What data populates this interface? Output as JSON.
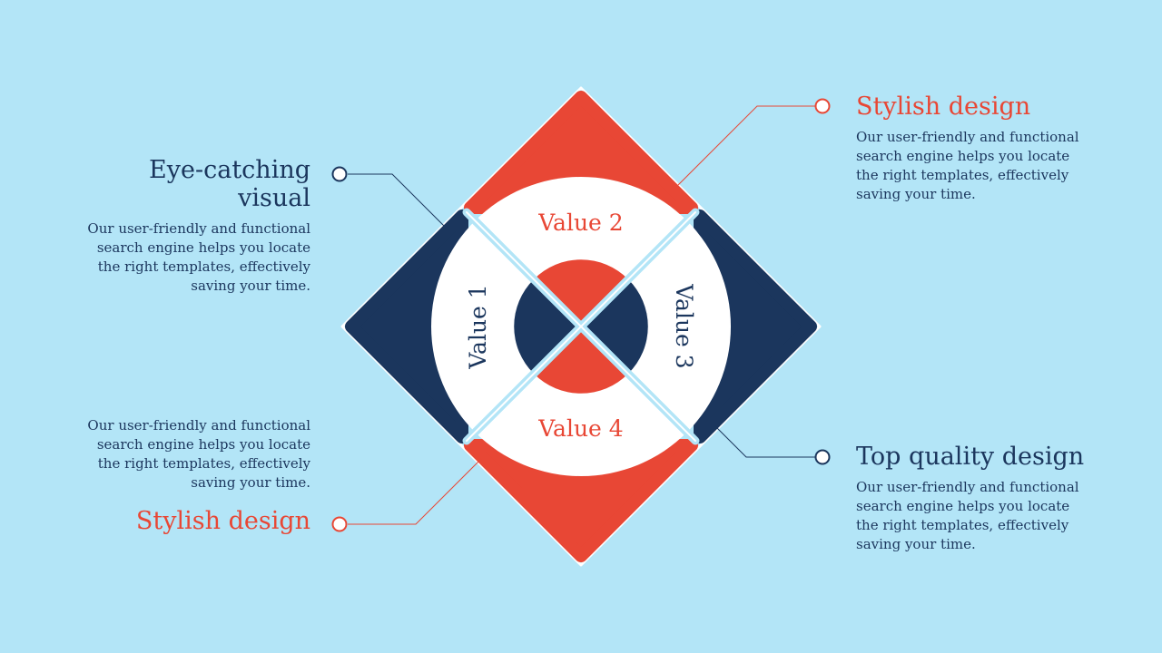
{
  "diagram": {
    "values": [
      "Value 1",
      "Value 2",
      "Value 3",
      "Value 4"
    ],
    "colors": {
      "background": "#b3e5f7",
      "navy": "#1b365d",
      "red": "#e84735",
      "white": "#ffffff"
    }
  },
  "callouts": {
    "top_left": {
      "title": "Eye-catching visual",
      "body": "Our user-friendly and functional search engine helps you locate the right templates, effectively saving your time."
    },
    "top_right": {
      "title": "Stylish design",
      "body": "Our user-friendly and functional search engine helps you locate the right templates, effectively saving your time."
    },
    "bottom_left": {
      "title": "Stylish design",
      "body": "Our user-friendly and functional search engine helps you locate the right templates, effectively saving your time."
    },
    "bottom_right": {
      "title": "Top quality design",
      "body": "Our user-friendly and functional search engine helps you locate the right templates, effectively saving your time."
    }
  }
}
